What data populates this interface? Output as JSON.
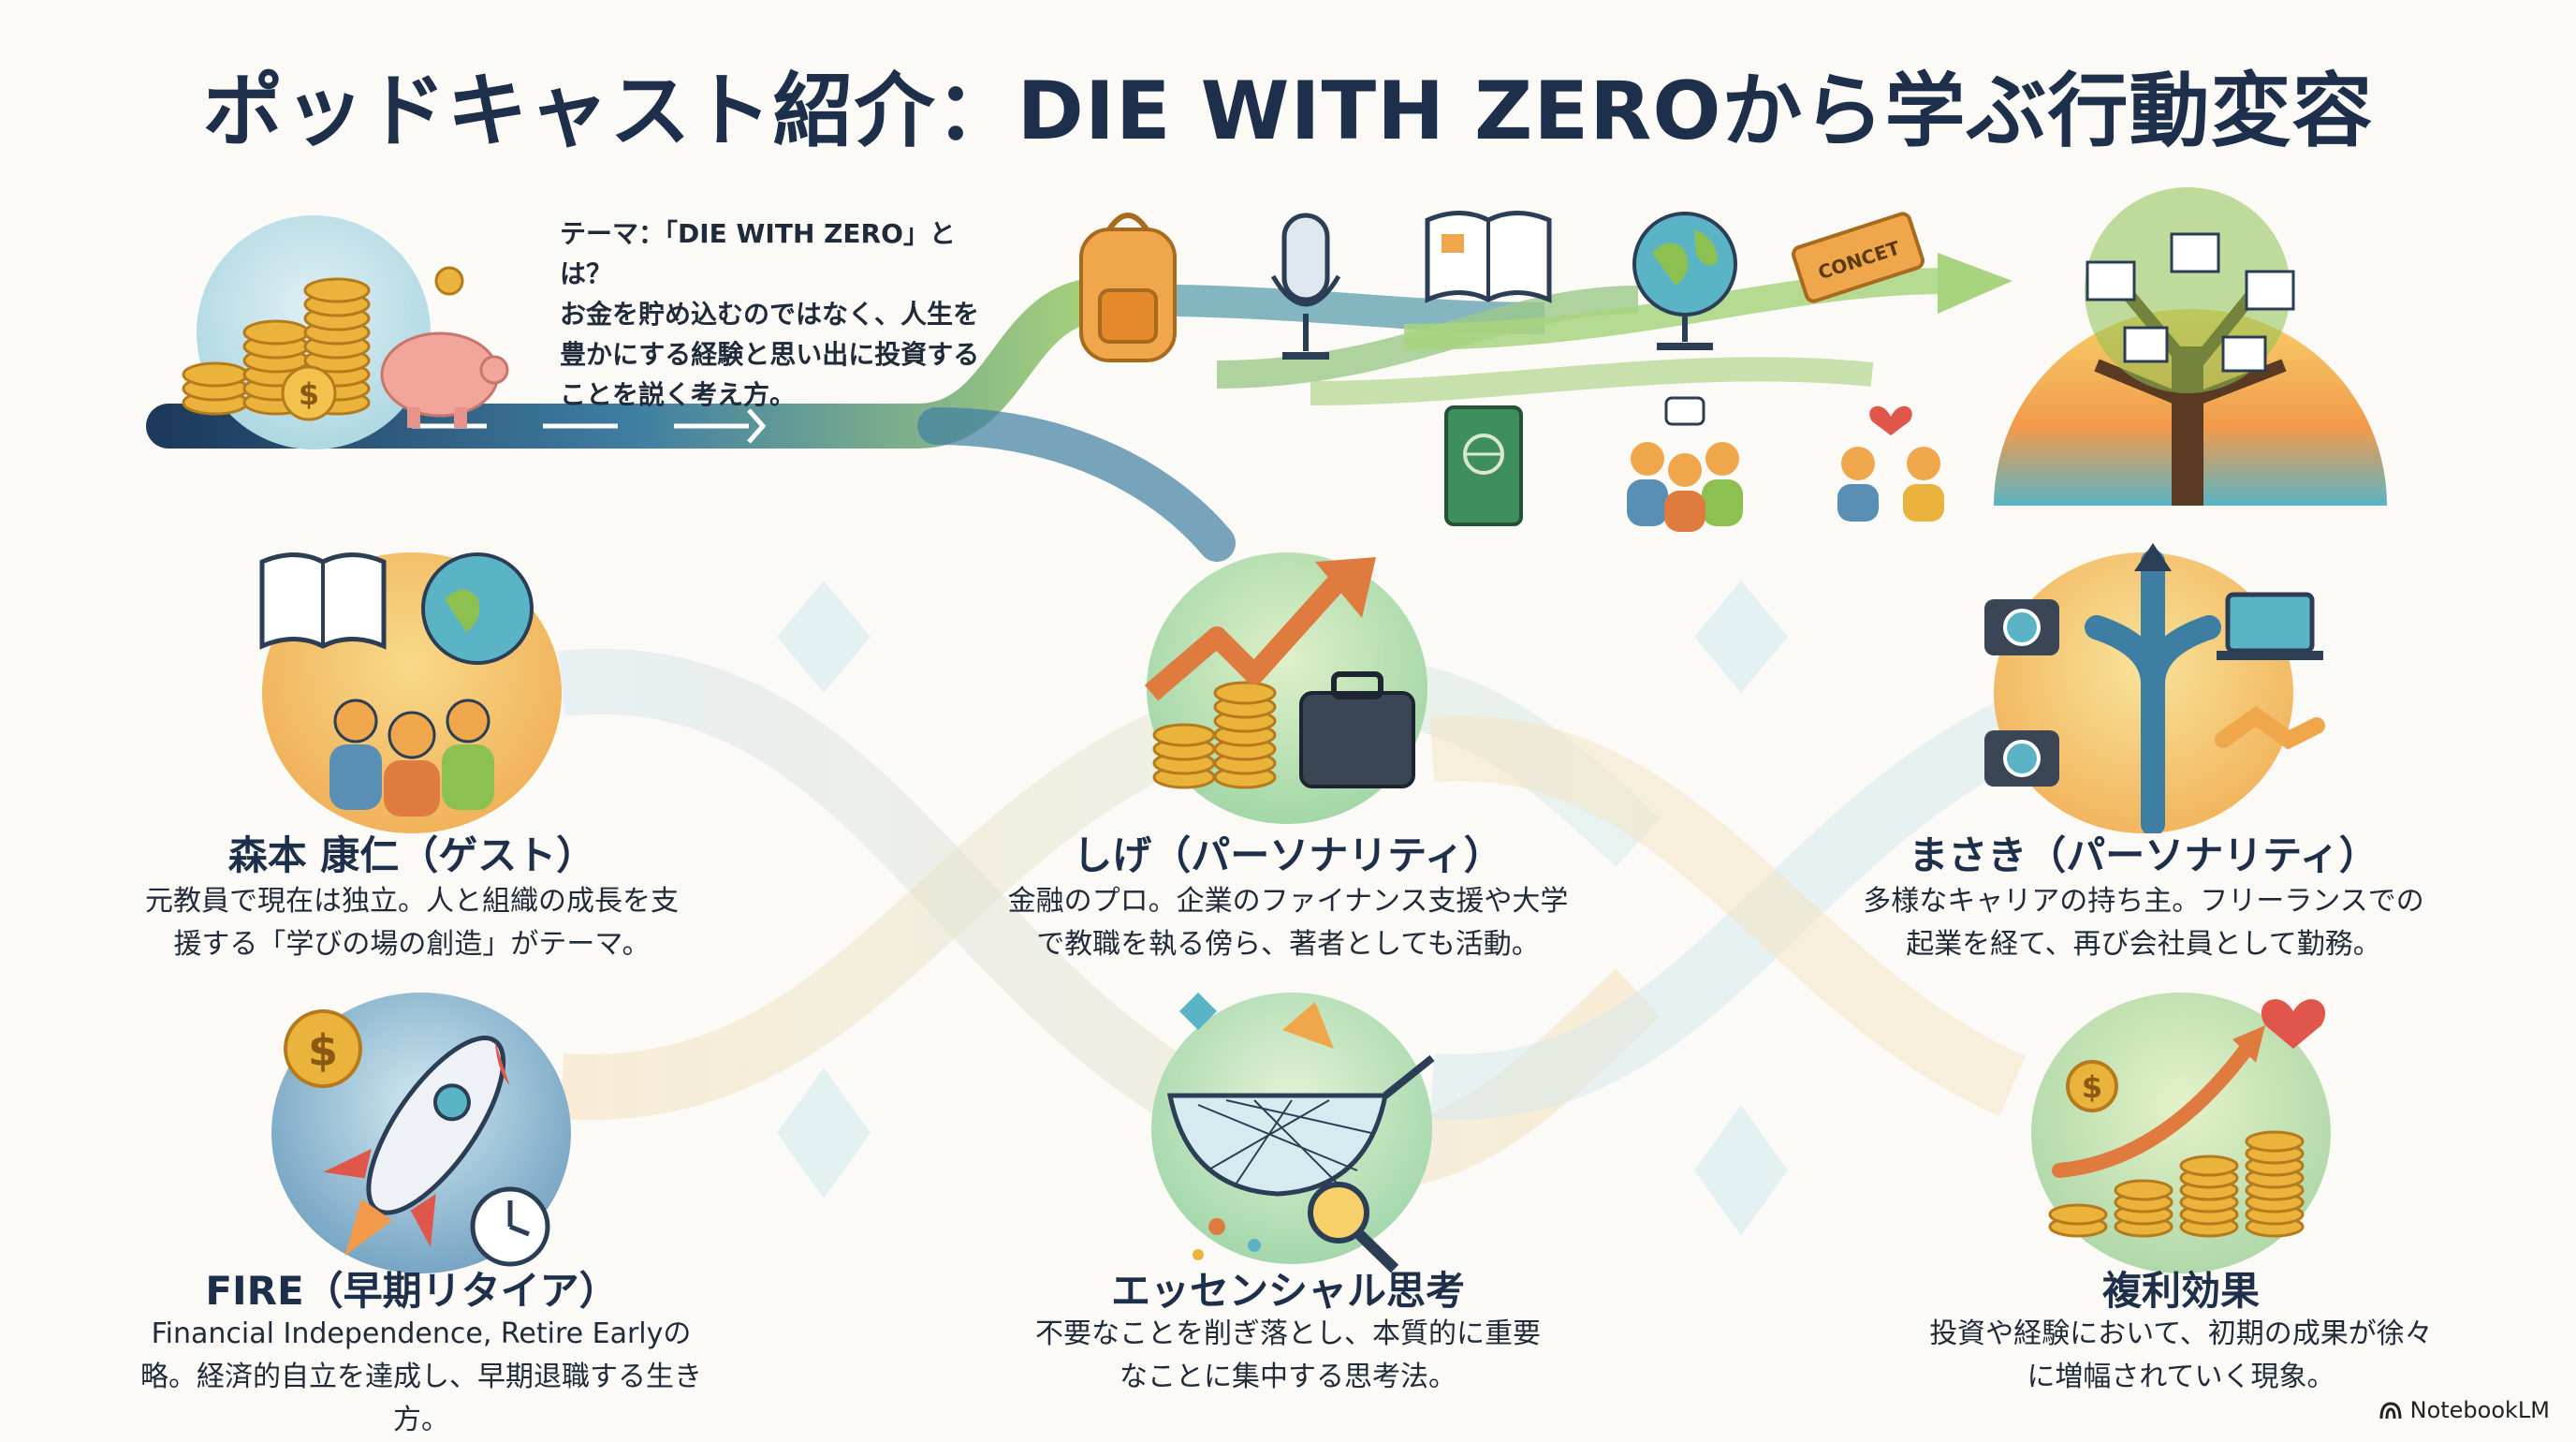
{
  "header": {
    "title": "ポッドキャスト紹介：DIE WITH ZEROから学ぶ行動変容"
  },
  "theme": {
    "heading": "テーマ：「DIE WITH ZERO」とは？",
    "body": "お金を貯め込むのではなく、人生を豊かにする経験と思い出に投資することを説く考え方。",
    "ticket_text": "CONCET"
  },
  "cards": [
    {
      "title": "森本 康仁（ゲスト）",
      "desc": "元教員で現在は独立。人と組織の成長を支援する「学びの場の創造」がテーマ。"
    },
    {
      "title": "しげ（パーソナリティ）",
      "desc": "金融のプロ。企業のファイナンス支援や大学で教職を執る傍ら、著者としても活動。"
    },
    {
      "title": "まさき（パーソナリティ）",
      "desc": "多様なキャリアの持ち主。フリーランスでの起業を経て、再び会社員として勤務。"
    },
    {
      "title": "FIRE（早期リタイア）",
      "desc": "Financial Independence, Retire Earlyの略。経済的自立を達成し、早期退職する生き方。"
    },
    {
      "title": "エッセンシャル思考",
      "desc": "不要なことを削ぎ落とし、本質的に重要なことに集中する思考法。"
    },
    {
      "title": "複利効果",
      "desc": "投資や経験において、初期の成果が徐々に増幅されていく現象。"
    }
  ],
  "footer": {
    "brand": "NotebookLM"
  },
  "colors": {
    "navy": "#1d2f4a",
    "orange": "#f0922e",
    "gold": "#e9b33c",
    "teal": "#5ab4c5",
    "green": "#8cc152"
  }
}
